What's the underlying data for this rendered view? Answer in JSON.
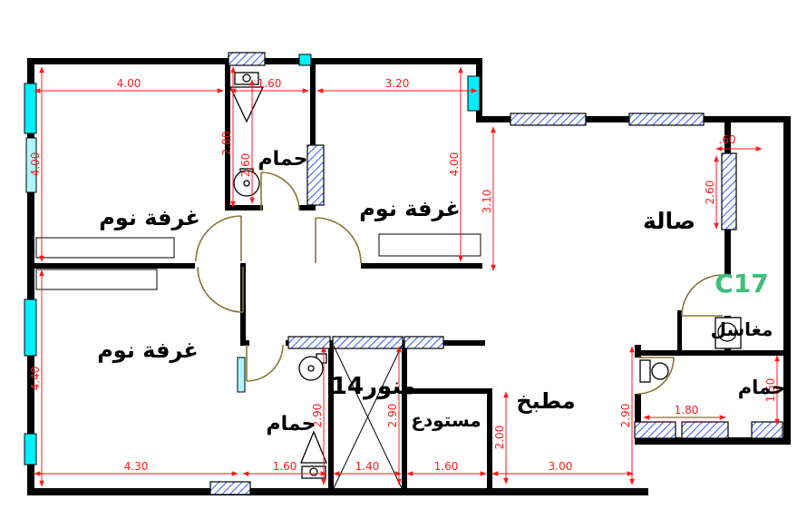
{
  "unit_code": "C17",
  "rooms": {
    "bedroom1": "غرفة نوم",
    "bedroom2": "غرفة نوم",
    "bedroom3": "غرفة نوم",
    "bath_top": "حمام",
    "bath_bottom": "حمام",
    "bath_right": "حمام",
    "hall": "صالة",
    "basins": "مغاسل",
    "kitchen": "مطبخ",
    "store": "مستودع",
    "lightwell": "منور14"
  },
  "dims": {
    "top_w1": "4.00",
    "top_w2": "1.60",
    "top_w3": "3.20",
    "left_h1": "4.00",
    "left_h2": "4.40",
    "bath_h1": "2.80",
    "bath_h2": "2.60",
    "bed2_h": "4.00",
    "hall_h": "3.10",
    "right_off": ".60",
    "right_win": "2.60",
    "bottom_w1": "4.30",
    "bottom_w2": "1.60",
    "bottom_w3": "1.40",
    "bottom_w4": "1.60",
    "bottom_w5": "3.00",
    "bath2_h": "2.90",
    "lightwell_h": "2.90",
    "store_h": "2.00",
    "kitchen_h": "2.90",
    "bathr_w": "1.80",
    "bathr_h": "1.50"
  },
  "colors": {
    "wall": "#000000",
    "window_cyan": "#00F0FF",
    "hatch_blue": "#2E5BFF",
    "dimension_red": "#FF1A1A",
    "door_tan": "#8A7536",
    "unit_code_green": "#3DBE7B"
  }
}
